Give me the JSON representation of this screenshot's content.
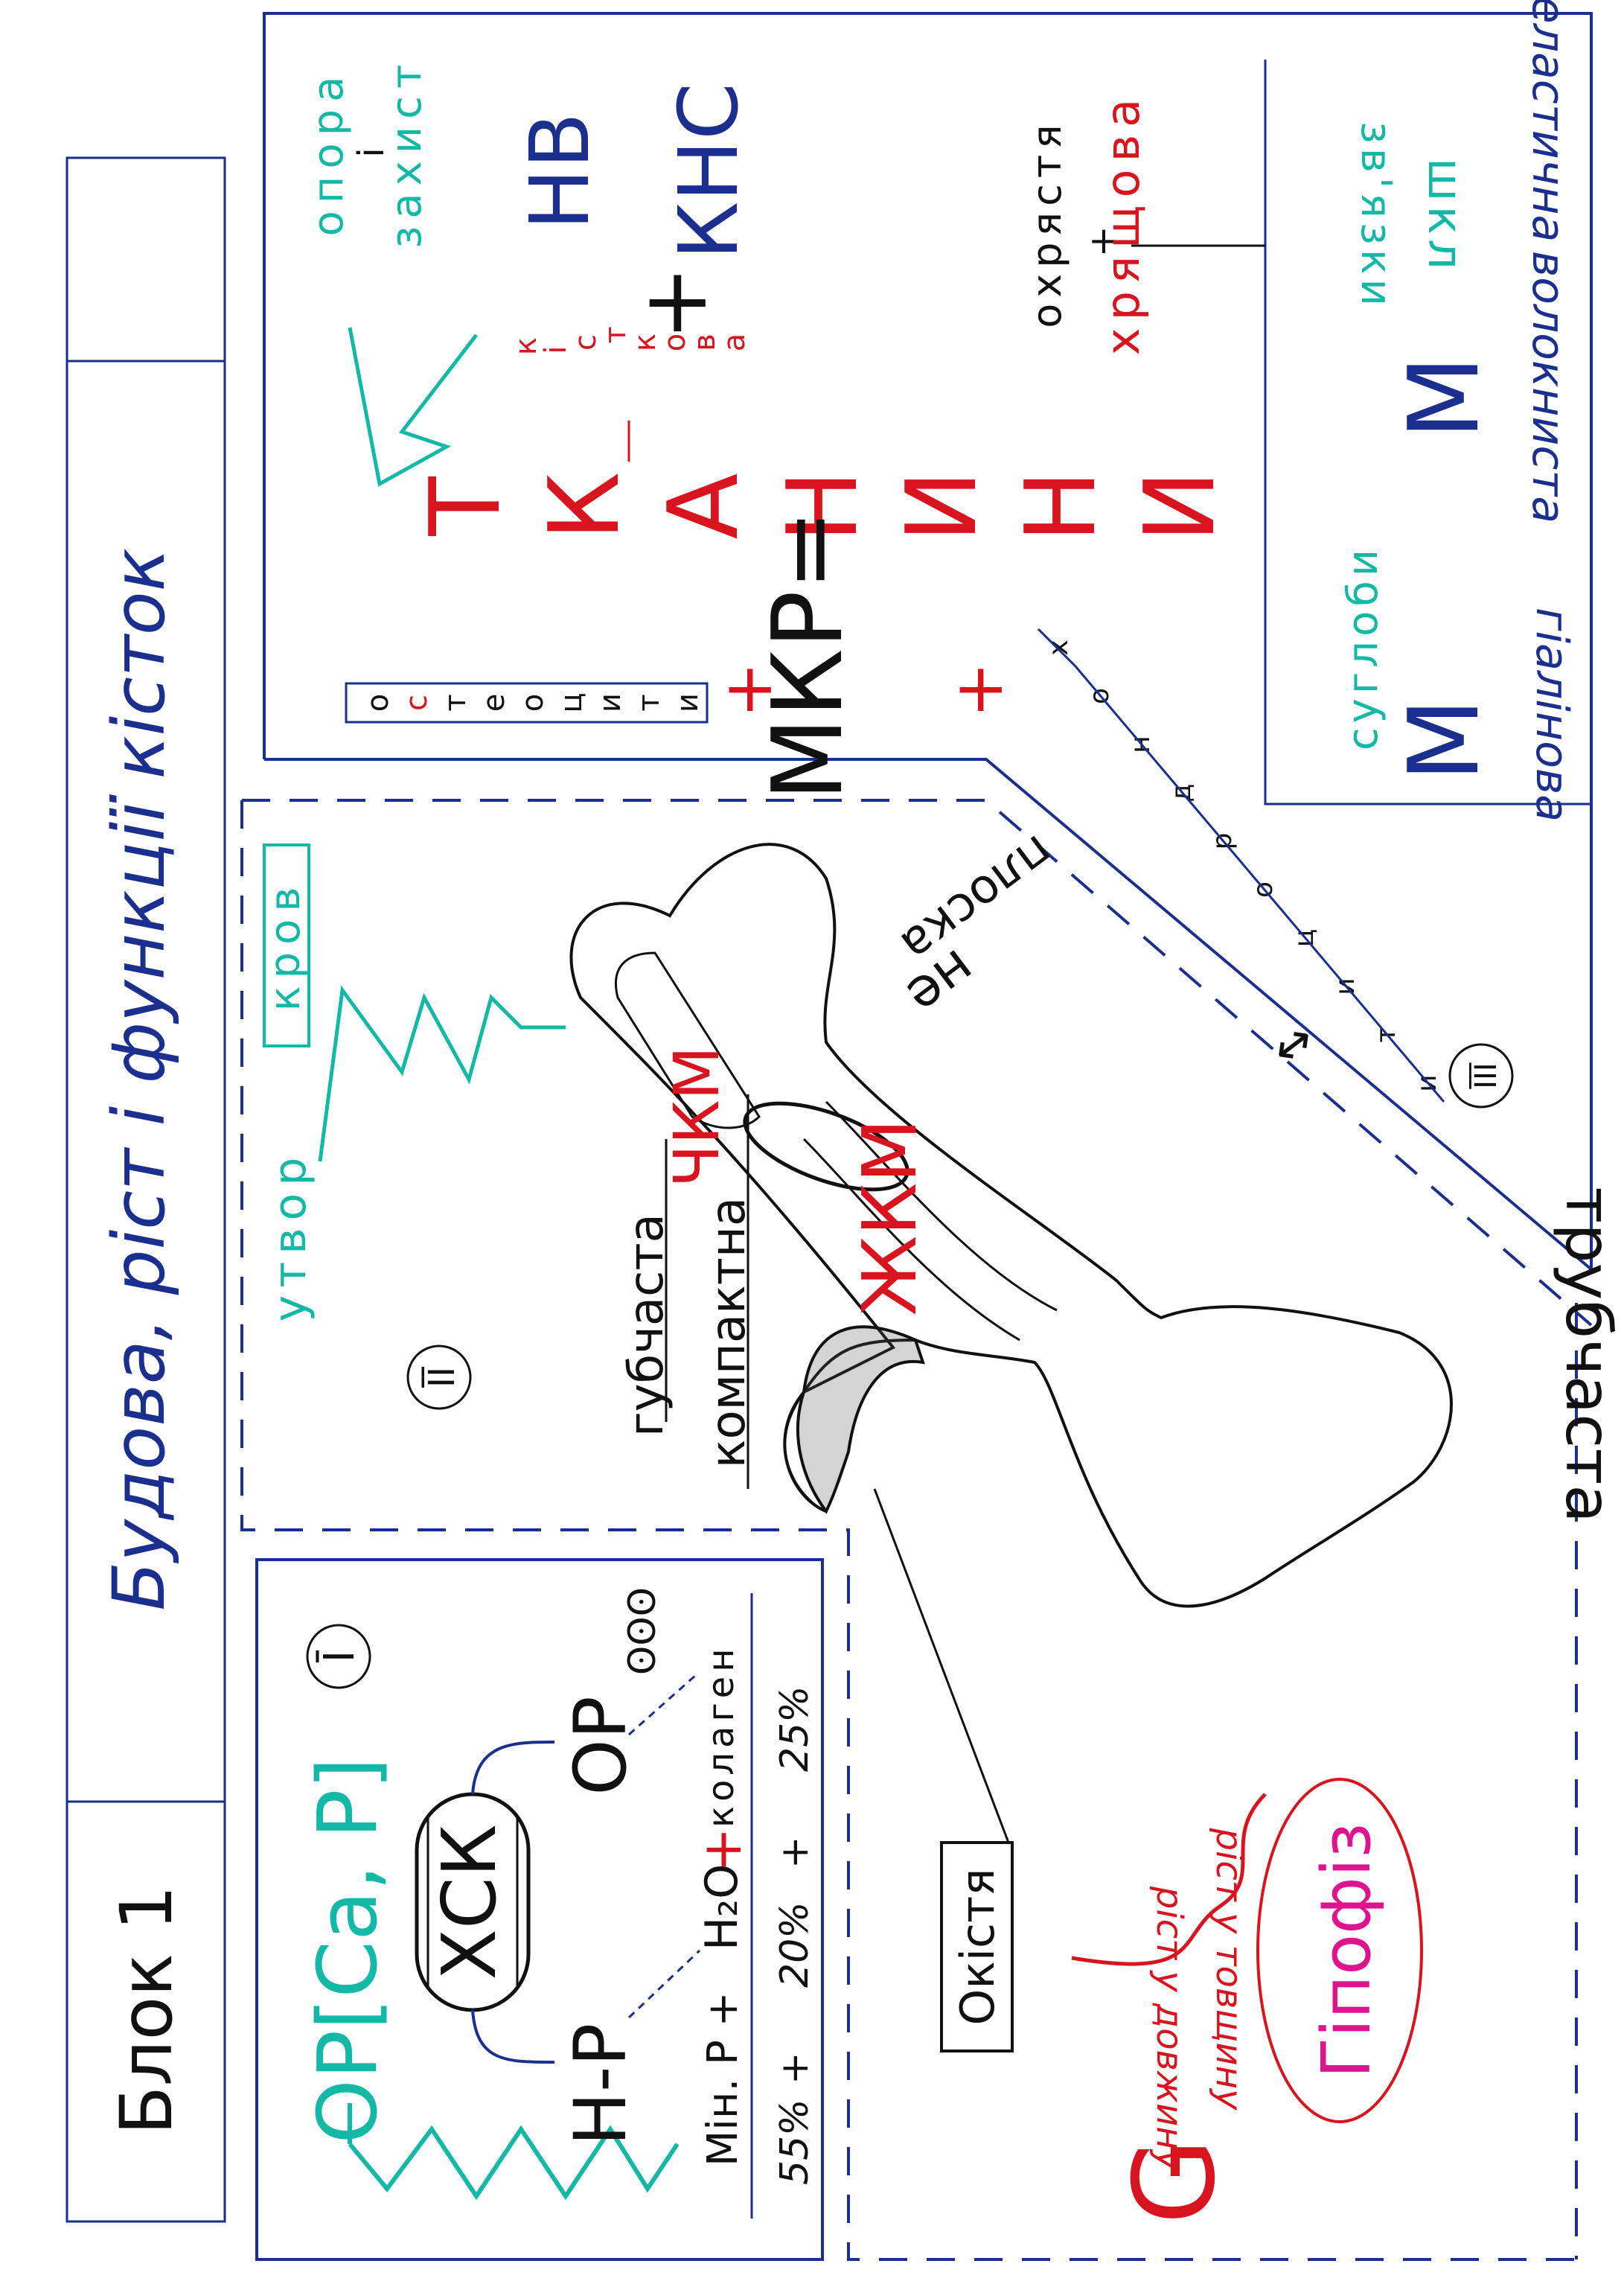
{
  "header": {
    "block_label": "Блок 1",
    "title": "Будова, ріст і функції кісток"
  },
  "colors": {
    "ink_black": "#111111",
    "ink_blue": "#1b2f8f",
    "ink_red": "#d8141e",
    "ink_teal": "#14b8a6",
    "ink_magenta": "#e0138f"
  },
  "section_1": {
    "number": "Ī",
    "composition_label": "ОР[Ca, P]",
    "xsk": "ХСК",
    "np_left": "Н-Р",
    "or_right": "ОР",
    "min_p": "Мін. Р +",
    "water": "H₂O",
    "plus": "+",
    "collagen": "колаген",
    "pct_min": "55%",
    "pct_water": "20%",
    "pct_collagen": "25%",
    "plus_sign_1": "+",
    "plus_sign_2": "+"
  },
  "section_2": {
    "number": "ĪĪ",
    "utvor": "утвор",
    "krov": "кров",
    "chkm": "ЧКМ",
    "zhkm": "ЖКМ",
    "gubchasta": "губчаста",
    "kompaktna": "компактна",
    "okistia": "Окістя",
    "g_letter": "G",
    "hipofiz": "Гіпофіз",
    "rist_v_dovzhynu": "ріст у довжину",
    "roste_v_tovshchynu": "ріст у товщину"
  },
  "section_3": {
    "number": "ĪĪĪ",
    "tkanyny_letters": [
      "Т",
      "К",
      "А",
      "Н",
      "И",
      "Н",
      "И"
    ],
    "kistkova": "кістко­ва",
    "kistkova_letters": [
      "к",
      "і",
      "с",
      "т",
      "к",
      "о",
      "в",
      "а"
    ],
    "hv": "НВ",
    "kns": "КНС",
    "opora": "опора",
    "i_conj": "і",
    "zakhyst": "захист",
    "mkr": "МКР=",
    "osteotsyty": "остеоцити",
    "osteotsyty_letters": [
      "о",
      "с",
      "т",
      "е",
      "о",
      "ц",
      "и",
      "т",
      "и"
    ],
    "khondrotsyty_letters": [
      "х",
      "о",
      "н",
      "д",
      "р",
      "о",
      "ц",
      "и",
      "т",
      "и"
    ],
    "okhriastia": "охрястя",
    "khriashchova": "хрящова",
    "suglobi": "суглоби",
    "hialinova": "гіалінова",
    "zviazky": "зв'язки",
    "shcha": "шкл",
    "voloknysta": "волокниста",
    "elastychna": "еластична",
    "tubular": "трубчаста",
    "flat": "плоска",
    "arrow": "↔",
    "ne": "не"
  }
}
